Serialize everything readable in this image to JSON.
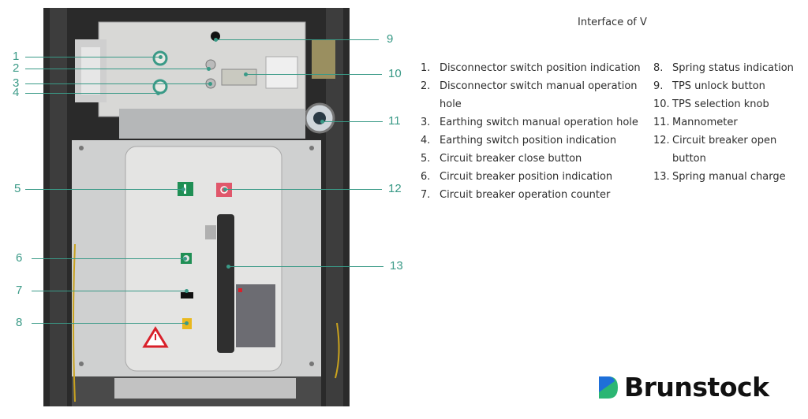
{
  "header": {
    "title": "Interface of V"
  },
  "legend": [
    {
      "num": "1.",
      "label": "Disconnector switch position indication"
    },
    {
      "num": "2.",
      "label": "Disconnector switch manual operation"
    },
    {
      "num": "",
      "label": "hole"
    },
    {
      "num": "3.",
      "label": "Earthing switch manual operation hole"
    },
    {
      "num": "4.",
      "label": "Earthing switch position indication"
    },
    {
      "num": "5.",
      "label": "Circuit breaker close button"
    },
    {
      "num": "6.",
      "label": "Circuit breaker position indication"
    },
    {
      "num": "7.",
      "label": "Circuit breaker operation counter"
    },
    {
      "num": "8.",
      "label": "Spring status indication"
    },
    {
      "num": "9.",
      "label": "TPS unlock button"
    },
    {
      "num": "10.",
      "label": "TPS selection knob"
    },
    {
      "num": "11.",
      "label": "Mannometer"
    },
    {
      "num": "12.",
      "label": "Circuit breaker open button"
    },
    {
      "num": "13.",
      "label": "Spring manual charge"
    }
  ],
  "callouts": {
    "c1": "1",
    "c2": "2",
    "c3": "3",
    "c4": "4",
    "c5": "5",
    "c6": "6",
    "c7": "7",
    "c8": "8",
    "c9": "9",
    "c10": "10",
    "c11": "11",
    "c12": "12",
    "c13": "13"
  },
  "brand": {
    "name": "Brunstock",
    "logo_colors": [
      "#1e6fd9",
      "#2bb673"
    ]
  },
  "accent_color": "#3a9a87"
}
